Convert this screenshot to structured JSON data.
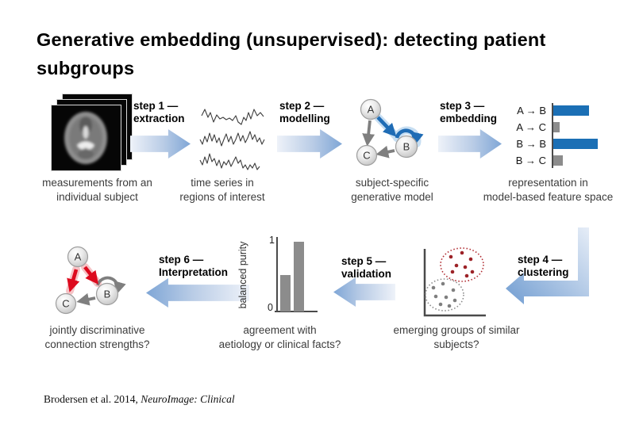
{
  "slide": {
    "title_line1": "Generative embedding (unsupervised): detecting patient",
    "title_line2": "subgroups",
    "citation_prefix": "Brodersen et al. 2014, ",
    "citation_source": "NeuroImage: Clinical"
  },
  "steps": {
    "s1": {
      "label": "step 1 —",
      "name": "extraction"
    },
    "s2": {
      "label": "step 2 —",
      "name": "modelling"
    },
    "s3": {
      "label": "step 3 —",
      "name": "embedding"
    },
    "s4": {
      "label": "step 4 —",
      "name": "clustering"
    },
    "s5": {
      "label": "step 5 —",
      "name": "validation"
    },
    "s6": {
      "label": "step 6 —",
      "name": "Interpretation"
    }
  },
  "captions": {
    "c1": {
      "line1": "measurements from an",
      "line2": "individual subject"
    },
    "c2": {
      "line1": "time series in",
      "line2": "regions of interest"
    },
    "c3": {
      "line1": "subject-specific",
      "line2": "generative model"
    },
    "c4": {
      "line1": "representation in",
      "line2": "model-based feature space"
    },
    "c5": {
      "line1": "jointly discriminative",
      "line2": "connection strengths?"
    },
    "c6": {
      "line1": "agreement with",
      "line2": "aetiology or clinical facts?"
    },
    "c7": {
      "line1": "emerging groups of similar",
      "line2": "subjects?"
    }
  },
  "graphs": {
    "model": {
      "nodes": [
        "A",
        "B",
        "C"
      ]
    },
    "interpretation": {
      "nodes": [
        "A",
        "B",
        "C"
      ]
    }
  },
  "feature_chart": {
    "type": "bar",
    "orientation": "horizontal",
    "categories": [
      "A → B",
      "A → C",
      "B → B",
      "B → C"
    ],
    "values": [
      0.8,
      0.14,
      1.0,
      0.21
    ],
    "colors": [
      "#1b6fb5",
      "#8c8c8c",
      "#1b6fb5",
      "#8c8c8c"
    ]
  },
  "purity_chart": {
    "type": "bar",
    "ylabel": "balanced purity",
    "ytick_top": "1",
    "ytick_bottom": "0",
    "values": [
      0.52,
      1.0
    ],
    "color": "#8c8c8c"
  },
  "scatter": {
    "type": "scatter",
    "groups": [
      {
        "name": "patient-cluster-red",
        "dot_color": "#9c2227",
        "outline_color": "#b02a30",
        "points": [
          [
            40,
            38
          ],
          [
            54,
            33
          ],
          [
            65,
            41
          ],
          [
            47,
            49
          ],
          [
            58,
            51
          ],
          [
            67,
            57
          ],
          [
            42,
            57
          ],
          [
            60,
            62
          ]
        ]
      },
      {
        "name": "patient-cluster-gray",
        "dot_color": "#7f7f7f",
        "outline_color": "#8a8a8a",
        "points": [
          [
            18,
            77
          ],
          [
            30,
            72
          ],
          [
            43,
            80
          ],
          [
            21,
            88
          ],
          [
            34,
            89
          ],
          [
            45,
            93
          ],
          [
            27,
            98
          ],
          [
            38,
            100
          ]
        ]
      }
    ]
  },
  "colors": {
    "accent_blue": "#1b6fb5",
    "bar_gray": "#8c8c8c",
    "arrow_red": "#dd0a1e",
    "step_arrow_light": "#eef2f9",
    "step_arrow_dark": "#7fa6d6"
  }
}
